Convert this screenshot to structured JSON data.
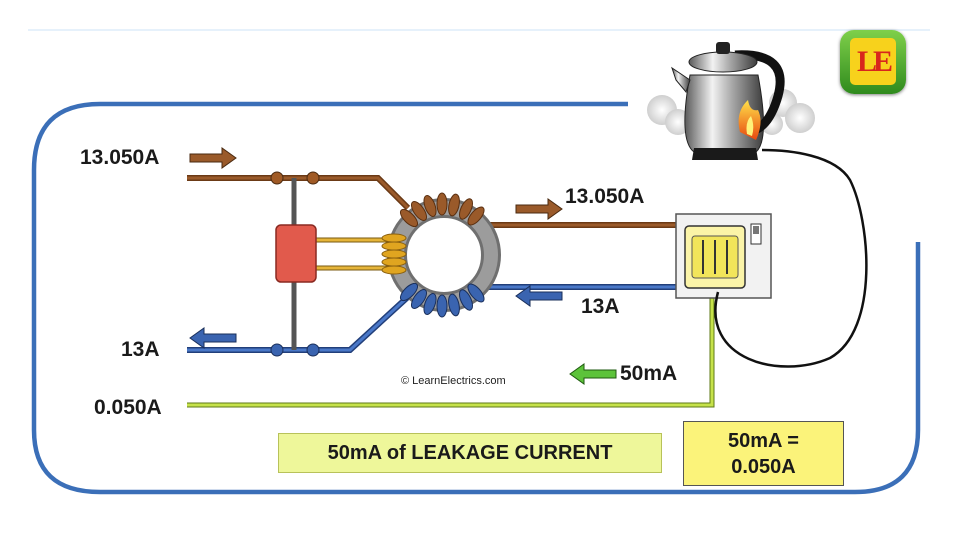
{
  "labels": {
    "in_live": "13.050A",
    "in_neutral": "13A",
    "out_live": "13.050A",
    "out_neutral": "13A",
    "earth_left": "0.050A",
    "earth_right": "50mA"
  },
  "boxes": {
    "leakage": "50mA of LEAKAGE CURRENT",
    "conversion_line1": "50mA =",
    "conversion_line2": "0.050A"
  },
  "copyright": "© LearnElectrics.com",
  "logo": {
    "text": "LE"
  },
  "colors": {
    "live": "#8a4b1f",
    "neutral": "#3a64b0",
    "earth": "#b7d83a",
    "frame": "#3b6fb8",
    "leakage_box": "#eef79a",
    "conversion_box": "#fbf37a",
    "coil": "#e0a520",
    "breaker": "#e15a4c"
  },
  "icons": [
    "kettle-icon",
    "flame-icon",
    "steam-icon",
    "plug-socket-icon",
    "logo-icon"
  ]
}
